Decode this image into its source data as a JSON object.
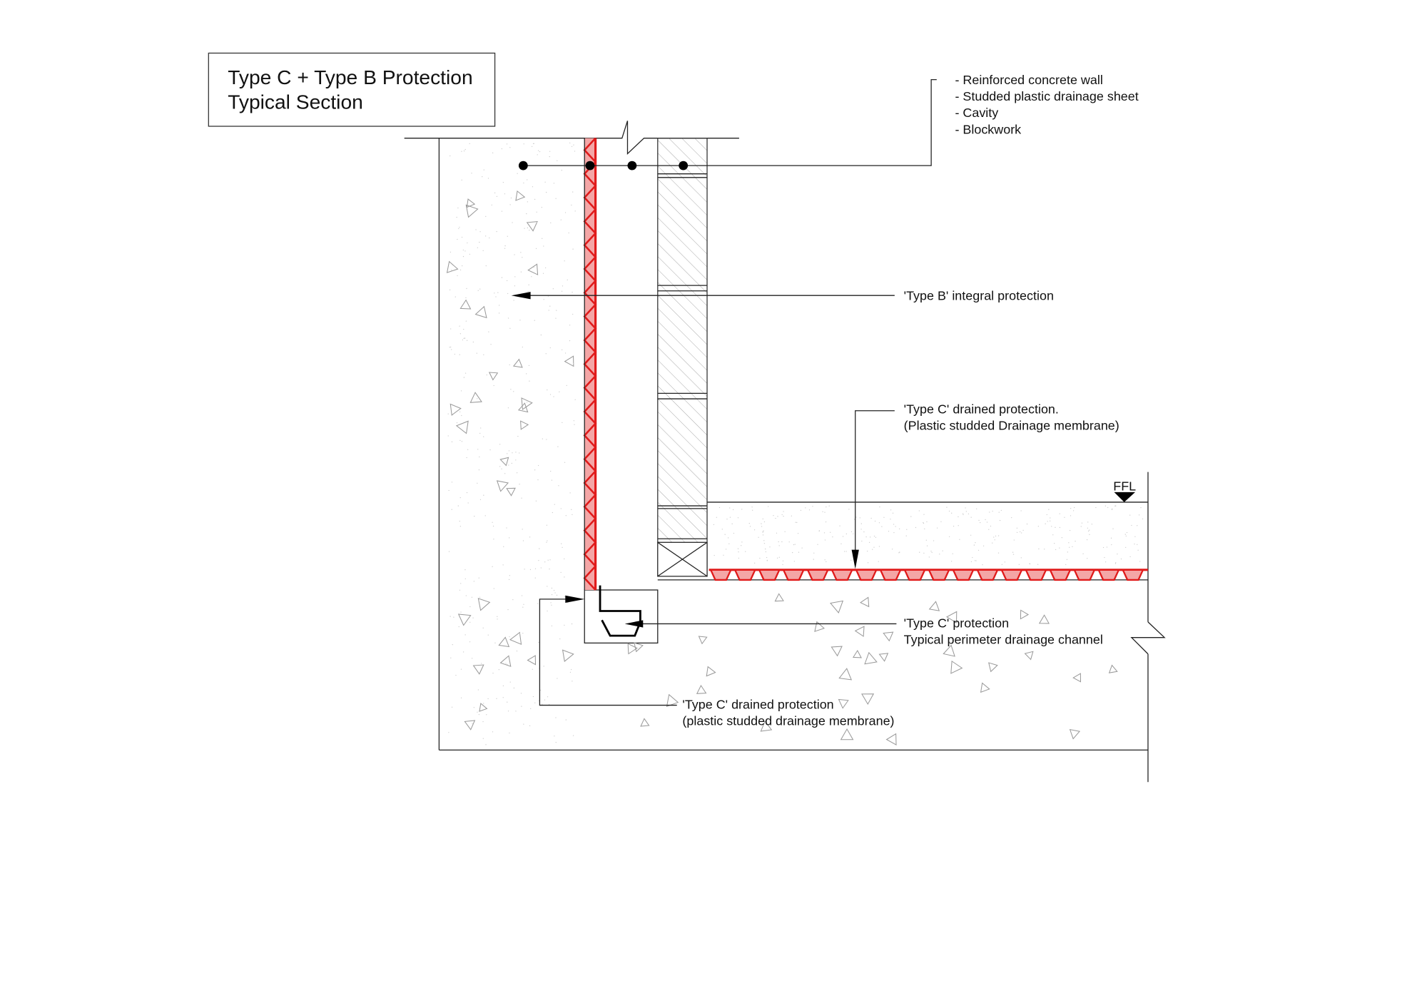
{
  "title": {
    "line1": "Type C + Type B Protection",
    "line2": "Typical Section"
  },
  "layers_callout": {
    "items": [
      "- Reinforced concrete wall",
      "- Studded plastic drainage sheet",
      "- Cavity",
      "- Blockwork"
    ]
  },
  "labels": {
    "type_b": "'Type B' integral protection",
    "type_c_floor_1": "'Type C' drained protection.",
    "type_c_floor_2": "(Plastic studded Drainage membrane)",
    "channel_1": "'Type C' protection",
    "channel_2": "Typical perimeter drainage channel",
    "wall_membrane_1": "'Type C' drained protection",
    "wall_membrane_2": "(plastic studded drainage membrane)",
    "ffl": "FFL"
  },
  "colors": {
    "membrane": "#e01b1b",
    "membrane_fill": "#f4a6a6",
    "line": "#222222"
  }
}
